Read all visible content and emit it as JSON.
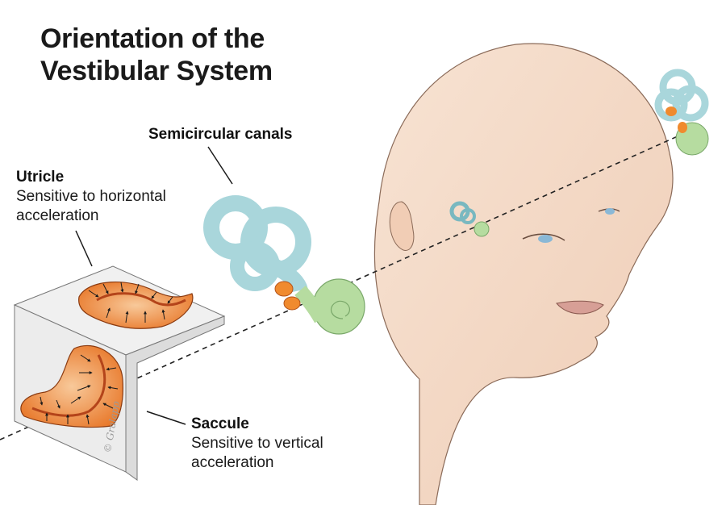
{
  "title": {
    "line1": "Orientation of the",
    "line2": "Vestibular System"
  },
  "labels": {
    "semicircular_canals": {
      "name": "Semicircular canals"
    },
    "utricle": {
      "name": "Utricle",
      "description_line1": "Sensitive to horizontal",
      "description_line2": "acceleration"
    },
    "saccule": {
      "name": "Saccule",
      "description_line1": "Sensitive to vertical",
      "description_line2": "acceleration"
    }
  },
  "signature": "© Gralapp",
  "colors": {
    "canals_blue": "#a9d6db",
    "cochlea_green": "#b6dca0",
    "otolith_orange": "#f08a2e",
    "skin": "#f4d9c4",
    "panel_gray": "#eeeeee"
  }
}
